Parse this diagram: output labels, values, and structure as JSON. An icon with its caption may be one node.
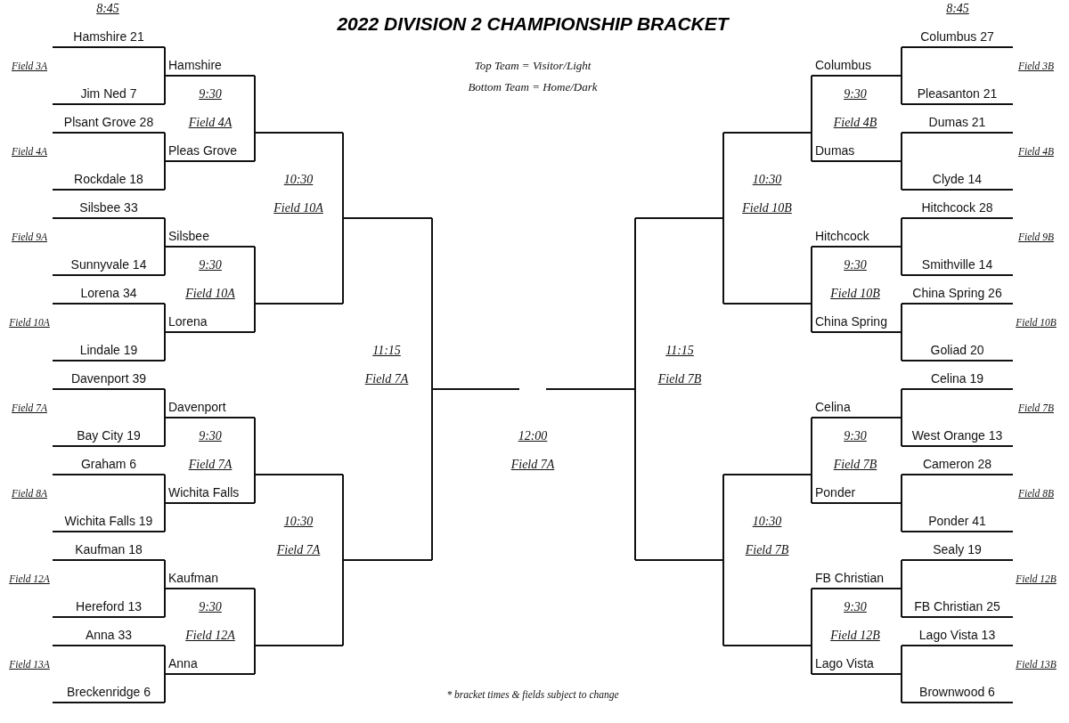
{
  "diagram": {
    "title": "2022 DIVISION 2 CHAMPIONSHIP BRACKET",
    "nodes": [
      {
        "text": [
          "Hamshire 21"
        ]
      },
      {
        "text": [
          "Jim Ned 7"
        ]
      },
      {
        "text": [
          "Plsant Grove 28"
        ]
      },
      {
        "text": [
          "Rockdale 18"
        ]
      },
      {
        "text": [
          "Silsbee 33"
        ]
      },
      {
        "text": [
          "Sunnyvale 14"
        ]
      },
      {
        "text": [
          "Lorena 34"
        ]
      },
      {
        "text": [
          "Lindale 19"
        ]
      },
      {
        "text": [
          "Davenport 39"
        ]
      },
      {
        "text": [
          "Bay City 19"
        ]
      },
      {
        "text": [
          "Graham 6"
        ]
      },
      {
        "text": [
          "Wichita Falls 19"
        ]
      },
      {
        "text": [
          "Kaufman 18"
        ]
      },
      {
        "text": [
          "Hereford 13"
        ]
      },
      {
        "text": [
          "Anna 33"
        ]
      },
      {
        "text": [
          "Breckenridge 6"
        ]
      },
      {
        "text": [
          "Hamshire"
        ]
      },
      {
        "text": [
          "Pleas Grove"
        ]
      },
      {
        "text": [
          "Silsbee"
        ]
      },
      {
        "text": [
          "Lorena"
        ]
      },
      {
        "text": [
          "Davenport"
        ]
      },
      {
        "text": [
          "Wichita Falls"
        ]
      },
      {
        "text": [
          "Kaufman"
        ]
      },
      {
        "text": [
          "Anna"
        ]
      },
      {
        "text": [],
        "shape": "bar"
      },
      {
        "text": [],
        "shape": "bar"
      },
      {
        "text": [],
        "shape": "bar"
      },
      {
        "text": [],
        "shape": "bar"
      },
      {
        "text": [],
        "shape": "bar"
      },
      {
        "text": [],
        "shape": "bar"
      },
      {
        "text": [],
        "shape": "bar"
      },
      {
        "text": [],
        "shape": "bar"
      },
      {
        "text": [],
        "shape": "bar"
      },
      {
        "text": [],
        "shape": "bar"
      },
      {
        "text": [],
        "shape": "bar"
      },
      {
        "text": [],
        "shape": "bar"
      },
      {
        "text": [],
        "shape": "bar"
      },
      {
        "text": [],
        "shape": "bar"
      },
      {
        "text": [
          "Columbus"
        ]
      },
      {
        "text": [
          "Dumas"
        ]
      },
      {
        "text": [
          "Hitchcock"
        ]
      },
      {
        "text": [
          "China Spring"
        ]
      },
      {
        "text": [
          "Celina"
        ]
      },
      {
        "text": [
          "Ponder"
        ]
      },
      {
        "text": [
          "FB Christian"
        ]
      },
      {
        "text": [
          "Lago Vista"
        ]
      },
      {
        "text": [
          "Columbus 27"
        ]
      },
      {
        "text": [
          "Pleasanton 21"
        ]
      },
      {
        "text": [
          "Dumas 21"
        ]
      },
      {
        "text": [
          "Clyde 14"
        ]
      },
      {
        "text": [
          "Hitchcock 28"
        ]
      },
      {
        "text": [
          "Smithville 14"
        ]
      },
      {
        "text": [
          "China Spring 26"
        ]
      },
      {
        "text": [
          "Goliad 20"
        ]
      },
      {
        "text": [
          "Celina 19"
        ]
      },
      {
        "text": [
          "West Orange 13"
        ]
      },
      {
        "text": [
          "Cameron 28"
        ]
      },
      {
        "text": [
          "Ponder 41"
        ]
      },
      {
        "text": [
          "Sealy 19"
        ]
      },
      {
        "text": [
          "FB Christian 25"
        ]
      },
      {
        "text": [
          "Lago Vista 13"
        ]
      },
      {
        "text": [
          "Brownwood 6"
        ]
      }
    ],
    "edges": [
      {
        "from": 0,
        "to": 16,
        "arrow": "none"
      },
      {
        "from": 1,
        "to": 16,
        "arrow": "none"
      },
      {
        "from": 2,
        "to": 17,
        "arrow": "none"
      },
      {
        "from": 3,
        "to": 17,
        "arrow": "none"
      },
      {
        "from": 4,
        "to": 18,
        "arrow": "none"
      },
      {
        "from": 5,
        "to": 18,
        "arrow": "none"
      },
      {
        "from": 6,
        "to": 19,
        "arrow": "none"
      },
      {
        "from": 7,
        "to": 19,
        "arrow": "none"
      },
      {
        "from": 8,
        "to": 20,
        "arrow": "none"
      },
      {
        "from": 9,
        "to": 20,
        "arrow": "none"
      },
      {
        "from": 10,
        "to": 21,
        "arrow": "none"
      },
      {
        "from": 11,
        "to": 21,
        "arrow": "none"
      },
      {
        "from": 12,
        "to": 22,
        "arrow": "none"
      },
      {
        "from": 13,
        "to": 22,
        "arrow": "none"
      },
      {
        "from": 14,
        "to": 23,
        "arrow": "none"
      },
      {
        "from": 15,
        "to": 23,
        "arrow": "none"
      },
      {
        "from": 16,
        "to": 24,
        "arrow": "none"
      },
      {
        "from": 17,
        "to": 24,
        "arrow": "none"
      },
      {
        "from": 18,
        "to": 25,
        "arrow": "none"
      },
      {
        "from": 19,
        "to": 25,
        "arrow": "none"
      },
      {
        "from": 20,
        "to": 26,
        "arrow": "none"
      },
      {
        "from": 21,
        "to": 26,
        "arrow": "none"
      },
      {
        "from": 22,
        "to": 27,
        "arrow": "none"
      },
      {
        "from": 23,
        "to": 27,
        "arrow": "none"
      },
      {
        "from": 24,
        "to": 28,
        "arrow": "none"
      },
      {
        "from": 25,
        "to": 28,
        "arrow": "none"
      },
      {
        "from": 26,
        "to": 29,
        "arrow": "none"
      },
      {
        "from": 27,
        "to": 29,
        "arrow": "none"
      },
      {
        "from": 28,
        "to": 30,
        "arrow": "none"
      },
      {
        "from": 29,
        "to": 30,
        "arrow": "none"
      },
      {
        "from": 32,
        "to": 31,
        "arrow": "none"
      },
      {
        "from": 33,
        "to": 31,
        "arrow": "none"
      },
      {
        "from": 34,
        "to": 32,
        "arrow": "none"
      },
      {
        "from": 35,
        "to": 32,
        "arrow": "none"
      },
      {
        "from": 36,
        "to": 33,
        "arrow": "none"
      },
      {
        "from": 37,
        "to": 33,
        "arrow": "none"
      },
      {
        "from": 38,
        "to": 34,
        "arrow": "none"
      },
      {
        "from": 39,
        "to": 34,
        "arrow": "none"
      },
      {
        "from": 40,
        "to": 35,
        "arrow": "none"
      },
      {
        "from": 41,
        "to": 35,
        "arrow": "none"
      },
      {
        "from": 42,
        "to": 36,
        "arrow": "none"
      },
      {
        "from": 43,
        "to": 36,
        "arrow": "none"
      },
      {
        "from": 44,
        "to": 37,
        "arrow": "none"
      },
      {
        "from": 45,
        "to": 37,
        "arrow": "none"
      },
      {
        "from": 46,
        "to": 38,
        "arrow": "none"
      },
      {
        "from": 47,
        "to": 38,
        "arrow": "none"
      },
      {
        "from": 48,
        "to": 39,
        "arrow": "none"
      },
      {
        "from": 49,
        "to": 39,
        "arrow": "none"
      },
      {
        "from": 50,
        "to": 40,
        "arrow": "none"
      },
      {
        "from": 51,
        "to": 40,
        "arrow": "none"
      },
      {
        "from": 52,
        "to": 41,
        "arrow": "none"
      },
      {
        "from": 53,
        "to": 41,
        "arrow": "none"
      },
      {
        "from": 54,
        "to": 42,
        "arrow": "none"
      },
      {
        "from": 55,
        "to": 42,
        "arrow": "none"
      },
      {
        "from": 56,
        "to": 43,
        "arrow": "none"
      },
      {
        "from": 57,
        "to": 43,
        "arrow": "none"
      },
      {
        "from": 58,
        "to": 44,
        "arrow": "none"
      },
      {
        "from": 59,
        "to": 44,
        "arrow": "none"
      },
      {
        "from": 60,
        "to": 45,
        "arrow": "none"
      },
      {
        "from": 61,
        "to": 45,
        "arrow": "none"
      }
    ],
    "labels": [
      "8:45",
      "8:45",
      "Top Team = Visitor/Light",
      "Bottom Team = Home/Dark",
      "Field 3A",
      "Field 4A",
      "Field 9A",
      "Field 10A",
      "Field 7A",
      "Field 8A",
      "Field 12A",
      "Field 13A",
      "9:30",
      "Field 4A",
      "9:30",
      "Field 10A",
      "9:30",
      "Field 7A",
      "9:30",
      "Field 12A",
      "10:30",
      "Field 10A",
      "10:30",
      "Field 7A",
      "11:15",
      "Field 7A",
      "12:00",
      "Field 7A",
      "11:15",
      "Field 7B",
      "10:30",
      "Field 10B",
      "10:30",
      "Field 7B",
      "9:30",
      "Field 4B",
      "9:30",
      "Field 10B",
      "9:30",
      "Field 7B",
      "9:30",
      "Field 12B",
      "Field 3B",
      "Field 4B",
      "Field 9B",
      "Field 10B",
      "Field 7B",
      "Field 8B",
      "Field 12B",
      "Field 13B",
      "* bracket times & fields subject to change"
    ]
  }
}
